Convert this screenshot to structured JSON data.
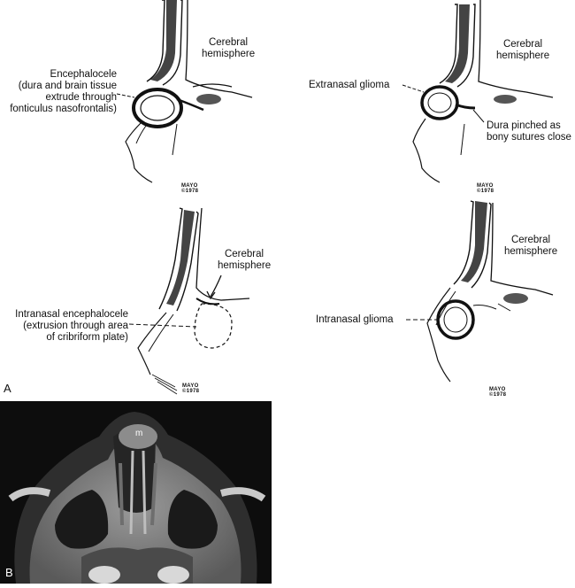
{
  "figure": {
    "panel_a_letter": "A",
    "panel_b_letter": "B",
    "mayo_word": "MAYO",
    "copyright_line": "©1978"
  },
  "drawings": [
    {
      "id": "encephalocele",
      "labels": [
        "Cerebral hemisphere",
        "Encephalocele (dura and brain tissue extrude through fonticulus nasofrontalis)"
      ]
    },
    {
      "id": "extranasal-glioma",
      "labels": [
        "Cerebral hemisphere",
        "Extranasal glioma",
        "Dura pinched as bony sutures close"
      ]
    },
    {
      "id": "intranasal-encephalocele",
      "labels": [
        "Cerebral hemisphere",
        "Intranasal encephalocele (extrusion through area of cribriform plate)"
      ]
    },
    {
      "id": "intranasal-glioma",
      "labels": [
        "Cerebral hemisphere",
        "Intranasal glioma"
      ]
    }
  ],
  "ct_scan": {
    "mass_marker": "m"
  },
  "text": {
    "d1_cerebral_1": "Cerebral",
    "d1_cerebral_2": "hemisphere",
    "d1_lbl_1": "Encephalocele",
    "d1_lbl_2": "(dura and brain tissue",
    "d1_lbl_3": "extrude through",
    "d1_lbl_4": "fonticulus nasofrontalis)",
    "d2_cerebral_1": "Cerebral",
    "d2_cerebral_2": "hemisphere",
    "d2_lbl_1": "Extranasal glioma",
    "d2_lbl_2": "Dura pinched as",
    "d2_lbl_3": "bony sutures close",
    "d3_cerebral_1": "Cerebral",
    "d3_cerebral_2": "hemisphere",
    "d3_lbl_1": "Intranasal encephalocele",
    "d3_lbl_2": "(extrusion through area",
    "d3_lbl_3": "of cribriform plate)",
    "d4_cerebral_1": "Cerebral",
    "d4_cerebral_2": "hemisphere",
    "d4_lbl_1": "Intranasal glioma"
  }
}
